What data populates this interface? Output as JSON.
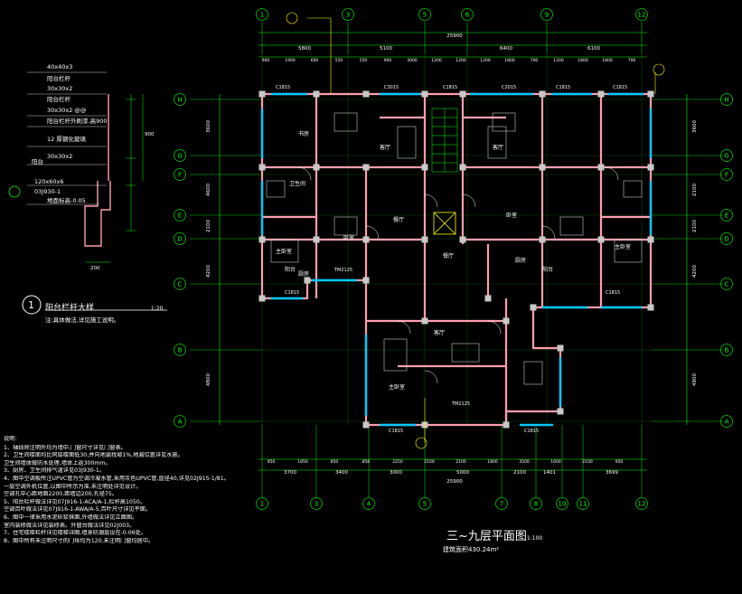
{
  "drawing": {
    "title": "三~九层平面图",
    "title_scale": "1:100",
    "area": "建筑面积430.24m²",
    "total_width_label": "25900",
    "bottom_total": "25900"
  },
  "axes": {
    "top": [
      "1",
      "3",
      "5",
      "6",
      "9",
      "12"
    ],
    "bottom": [
      "1",
      "3",
      "4",
      "5",
      "7",
      "8",
      "10",
      "11",
      "12"
    ],
    "left": [
      "H",
      "G",
      "F",
      "E",
      "D",
      "C",
      "B",
      "A"
    ],
    "right": [
      "H",
      "G",
      "F",
      "E",
      "D",
      "C",
      "B",
      "A"
    ]
  },
  "dims": {
    "top_row1": [
      "5800",
      "5100",
      "6400",
      "6100"
    ],
    "top_row2": [
      "900",
      "1900",
      "600",
      "550",
      "550",
      "900",
      "3000",
      "1200",
      "1200",
      "1200",
      "1800",
      "700",
      "1200",
      "1800",
      "1800",
      "700"
    ],
    "bottom_row1": [
      "950",
      "1850",
      "850",
      "850",
      "2250",
      "2100",
      "2100",
      "1800",
      "3500",
      "1600",
      "2100",
      "950"
    ],
    "bottom_row2": [
      "3700",
      "3400",
      "3000",
      "5000",
      "2100",
      "1401",
      "3699"
    ],
    "left_vert": [
      "3600",
      "4600",
      "2100",
      "4200",
      "4800"
    ],
    "right_vert": [
      "3600",
      "2100",
      "2100",
      "4200",
      "4800"
    ]
  },
  "rooms": [
    "客厅",
    "卧室",
    "厨房",
    "主卧室",
    "卫生间",
    "书房",
    "阳台",
    "餐厅",
    "客厅",
    "卧室",
    "厨房",
    "主卧室",
    "餐厅",
    "阳台",
    "客厅",
    "主卧室"
  ],
  "window_tags": [
    "C1815",
    "C3015",
    "C1815",
    "C2015",
    "C1815",
    "C1815",
    "C1815",
    "C1815",
    "C1815",
    "C1815",
    "TM2125",
    "TM2125"
  ],
  "detail": {
    "labels": [
      "40x40x3",
      "阳台栏杆",
      "30x30x2",
      "阳台栏杆",
      "30x30x2 @@",
      "阳台栏杆外刷漆,高900",
      "12 厚钢化玻璃",
      "30x30x2",
      "阳台",
      "120x60x6",
      "03J930-1",
      "地面标高-0.05",
      "900",
      "200"
    ],
    "title": "阳台栏杆大样",
    "scale": "1:20",
    "number": "1",
    "note": "注:具体做法,详见施工说明。"
  },
  "notes": {
    "heading": "说明:",
    "lines": [
      "1、轴线除注明外均为墙中,门窗尺寸详见门窗表。",
      "2、卫生间楼面均比同层楼面低30,并向地漏找坡1%,地漏位置详见水施。",
      "   卫生间墙体做防水处理,墙体上返300mm。",
      "3、厨房、卫生间排气道详见03J930-1。",
      "4、图中空调板所注UPVC管为空调冷凝水管,采用灰色UPVC管,直径40,详见02J915-1/81。",
      "   一层空调外机位置,以图中所示为准,未注明处详见设计。",
      "   空调孔中心距地面2200,距墙边200,孔径75。",
      "5、阳台栏杆做法详见07J916-1-ACA/A-1,栏杆高1050。",
      "   空调百叶做法详见07J916-1-AWA/A-5,百叶尺寸详见平面。",
      "6、图中一律采用水泥砂浆抹面,外墙做法详见立面图。",
      "   室内装修做法详见装修表。外窗台做法详见02J003。",
      "7、住宅楼梯栏杆详见楼梯详图,墙身防潮层设在-0.06处。",
      "8、图中所有未注明尺寸的门垛均为120,未注明门窗均居中。"
    ]
  },
  "colors": {
    "background": "#000000",
    "axis_line": "#00cc00",
    "wall": "#ff9eae",
    "window": "#00c8ff",
    "dimension": "#00ff00",
    "text": "#ffffff",
    "furniture": "#c8c8c8",
    "annotation": "#ffff00"
  }
}
